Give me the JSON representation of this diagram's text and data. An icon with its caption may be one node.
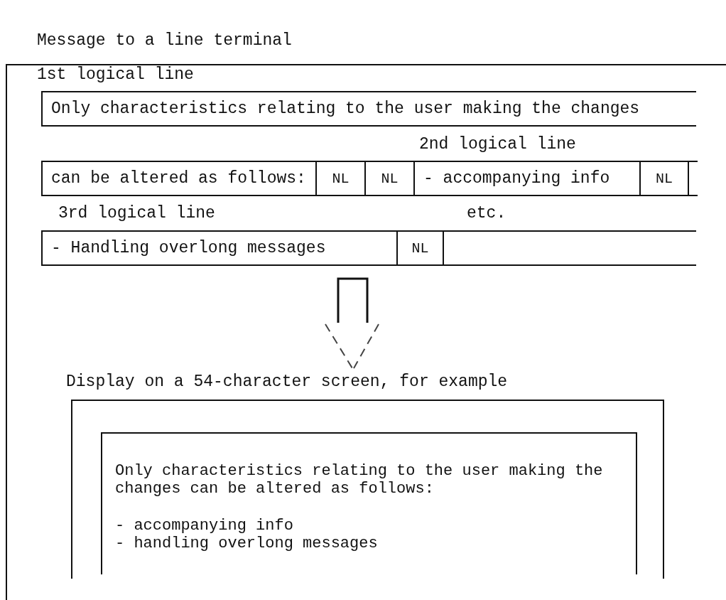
{
  "diagram": {
    "title": "Message to a line terminal",
    "nodes": [
      {
        "text": [
          "Only characteristics relating to the user making the changes"
        ]
      },
      {
        "text": [
          "can be altered as follows:"
        ]
      },
      {
        "text": [
          "NL"
        ]
      },
      {
        "text": [
          "NL"
        ]
      },
      {
        "text": [
          "- accompanying info"
        ]
      },
      {
        "text": [
          "NL"
        ]
      },
      {
        "text": [],
        "shape": "box"
      },
      {
        "text": [
          "- Handling overlong messages"
        ]
      },
      {
        "text": [
          "NL"
        ]
      },
      {
        "text": [],
        "shape": "box"
      },
      {
        "text": [
          "Display on a 54-character screen, for example"
        ]
      },
      {
        "text": [
          "Only characteristics relating to the user making the changes can be altered as follows:",
          "- accompanying info",
          "- handling overlong messages"
        ],
        "in": 10
      }
    ],
    "edges": [],
    "labels": [
      "1st logical line",
      "2nd logical line",
      "3rd logical line",
      "etc."
    ]
  }
}
